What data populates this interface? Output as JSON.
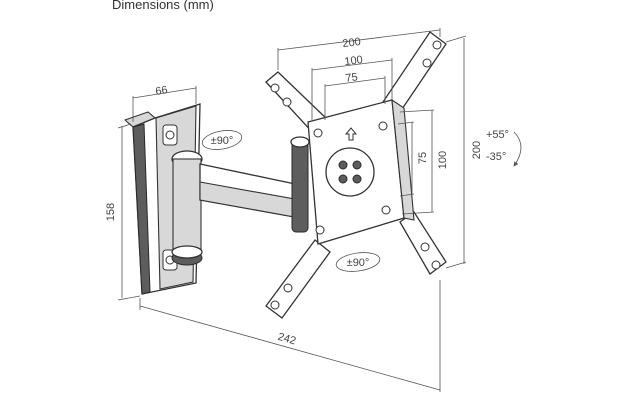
{
  "page": {
    "title": "Dimensions (mm)"
  },
  "dimensions": {
    "plate_outer_width": "200",
    "plate_mid_width": "100",
    "plate_inner_width": "75",
    "plate_outer_height": "200",
    "plate_mid_height": "100",
    "plate_inner_height": "75",
    "wall_plate_width": "66",
    "wall_plate_height": "158",
    "total_depth": "242"
  },
  "rotations": {
    "arm_swivel": "±90°",
    "plate_rotation": "±90°",
    "tilt_up": "+55°",
    "tilt_down": "-35°"
  },
  "colors": {
    "line": "#333333",
    "shade": "#d8d8d8",
    "dark": "#5d5d5d"
  }
}
